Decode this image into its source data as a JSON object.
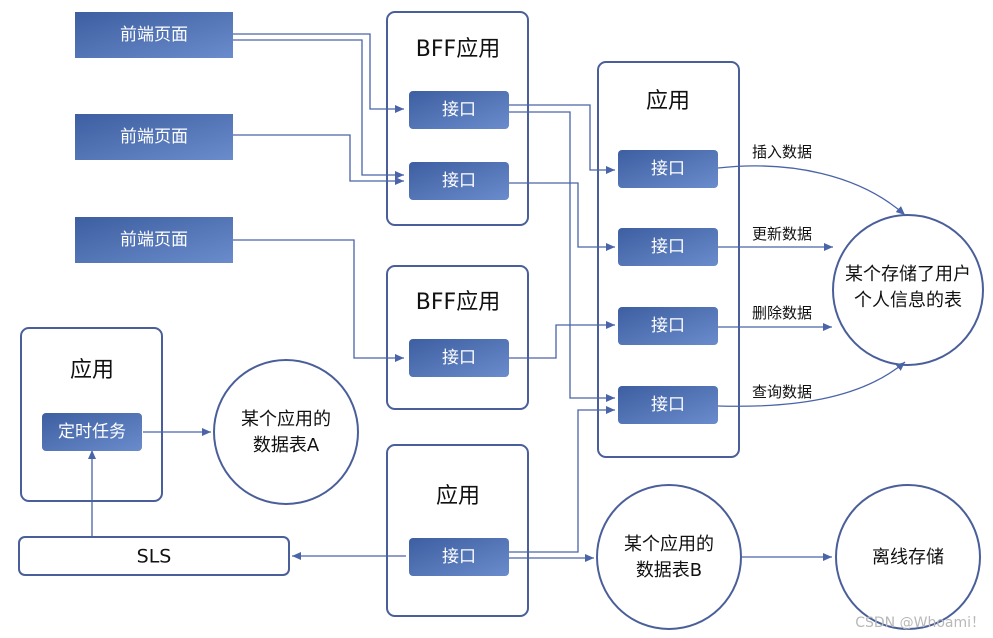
{
  "frontends": [
    "前端页面",
    "前端页面",
    "前端页面"
  ],
  "bff1": {
    "title": "BFF应用",
    "interfaces": [
      "接口",
      "接口"
    ]
  },
  "bff2": {
    "title": "BFF应用",
    "interfaces": [
      "接口"
    ]
  },
  "center_app": {
    "title": "应用",
    "interfaces": [
      "接口",
      "接口",
      "接口",
      "接口"
    ]
  },
  "operations": [
    "插入数据",
    "更新数据",
    "删除数据",
    "查询数据"
  ],
  "user_table": {
    "line1": "某个存储了用户",
    "line2": "个人信息的表"
  },
  "left_app": {
    "title": "应用",
    "task": "定时任务"
  },
  "table_a": {
    "line1": "某个应用的",
    "line2": "数据表A"
  },
  "bottom_app": {
    "title": "应用",
    "interface": "接口"
  },
  "sls": "SLS",
  "table_b": {
    "line1": "某个应用的",
    "line2": "数据表B"
  },
  "offline": "离线存储",
  "watermark": "CSDN @Whoami！",
  "colors": {
    "box_dark": "#3a5a9c",
    "box_light": "#5e82c4",
    "stroke": "#4a5f9a",
    "arrow": "#4a64a8"
  }
}
